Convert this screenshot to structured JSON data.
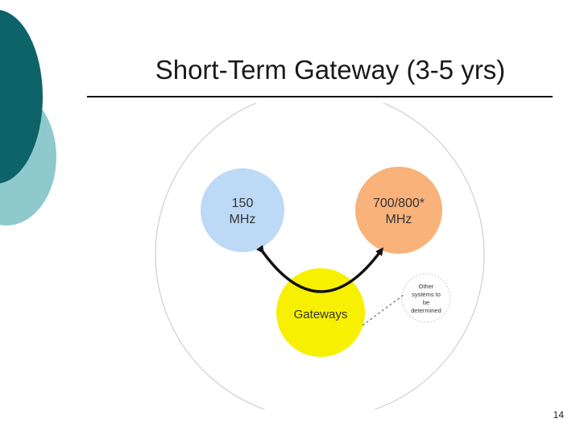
{
  "slide": {
    "title": "Short-Term Gateway (3-5 yrs)",
    "page_number": "14"
  },
  "diagram": {
    "nodes": {
      "mhz150": {
        "line1": "150",
        "line2": "MHz",
        "color": "#bcd9f6"
      },
      "mhz700": {
        "line1": "700/800*",
        "line2": "MHz",
        "color": "#f8b27a"
      },
      "gateways": {
        "label": "Gateways",
        "color": "#f7f000"
      },
      "other": {
        "line1": "Other",
        "line2": "systems to",
        "line3": "be",
        "line4": "determined"
      }
    }
  },
  "colors": {
    "decor_dark": "#0d6367",
    "decor_light": "#8ec9cc",
    "outer_circle_stroke": "#cfcfcf"
  }
}
